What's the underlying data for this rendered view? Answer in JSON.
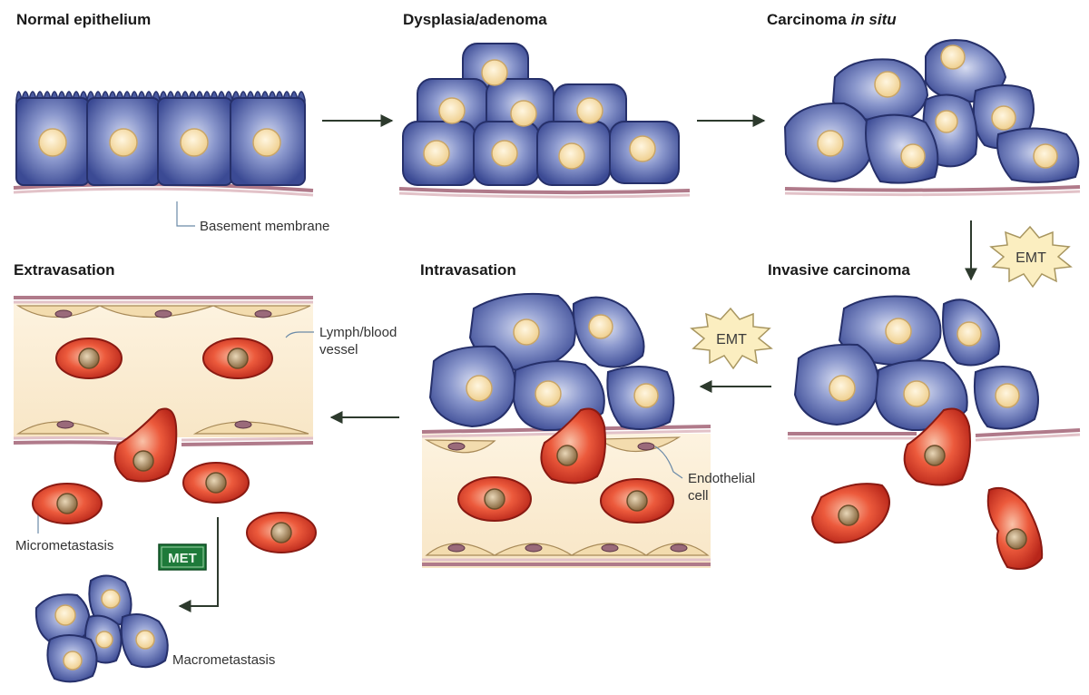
{
  "titles": {
    "normal": "Normal epithelium",
    "dysplasia": "Dysplasia/adenoma",
    "cis_main": "Carcinoma ",
    "cis_italic": "in situ",
    "invasive": "Invasive carcinoma",
    "intravasation": "Intravasation",
    "extravasation": "Extravasation"
  },
  "labels": {
    "basement_membrane": "Basement membrane",
    "lymph_line1": "Lymph/blood",
    "lymph_line2": "vessel",
    "endo_line1": "Endothelial",
    "endo_line2": "cell",
    "micrometastasis": "Micrometastasis",
    "macrometastasis": "Macrometastasis"
  },
  "badges": {
    "emt_1": "EMT",
    "emt_2": "EMT",
    "met": "MET"
  },
  "colors": {
    "epithelial_cell": "#5a6db0",
    "epithelial_cell_dark": "#2e3a78",
    "nucleus": "#f4d7a0",
    "tumor_cell": "#e0412c",
    "tumor_nucleus": "#a8845a",
    "membrane": "#b07a8a",
    "vessel_fill": "#fbf0dc",
    "met_badge": "#1e7a3a",
    "emt_badge": "#fbeec0"
  }
}
